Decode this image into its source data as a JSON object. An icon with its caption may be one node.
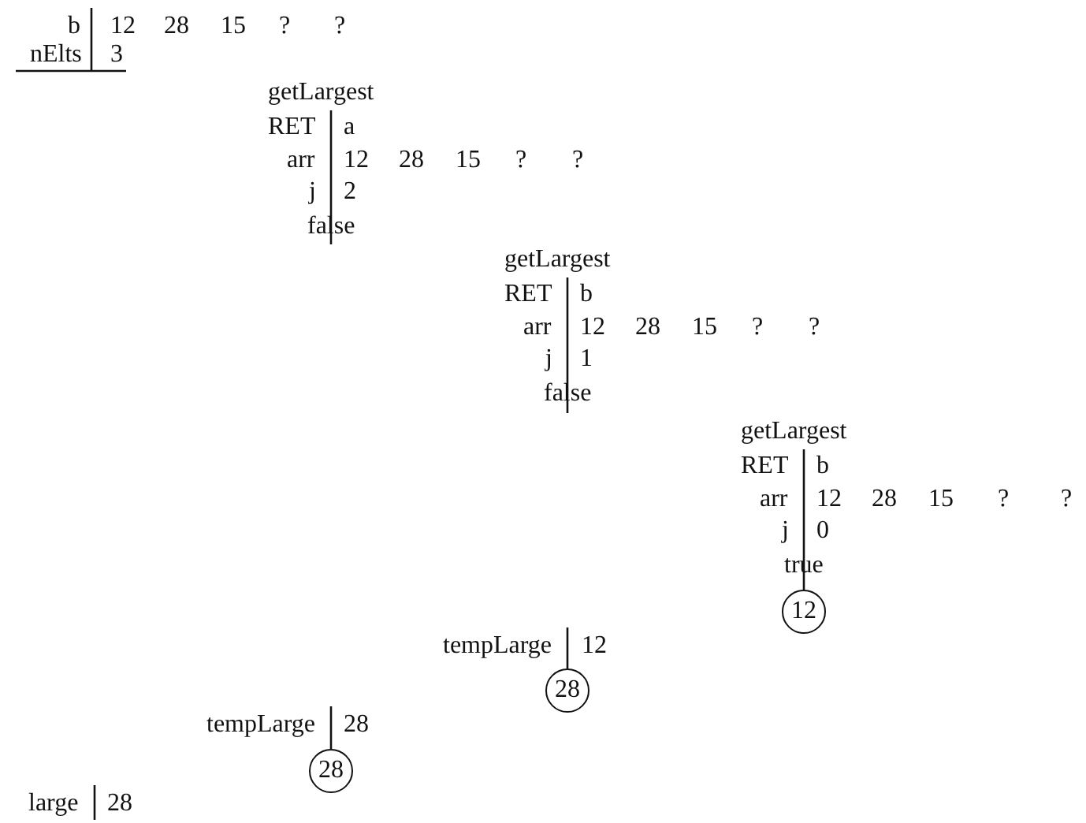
{
  "diagram": {
    "nodes": [
      {
        "text": [
          "12"
        ]
      },
      {
        "text": [
          "28"
        ]
      },
      {
        "text": [
          "28"
        ]
      }
    ],
    "labels": [
      "b",
      "12",
      "28",
      "15",
      "?",
      "?",
      "nElts",
      "3",
      "getLargest",
      "RET",
      "a",
      "arr",
      "12",
      "28",
      "15",
      "?",
      "?",
      "j",
      "2",
      "false",
      "getLargest",
      "RET",
      "b",
      "arr",
      "12",
      "28",
      "15",
      "?",
      "?",
      "j",
      "1",
      "false",
      "getLargest",
      "RET",
      "b",
      "arr",
      "12",
      "28",
      "15",
      "?",
      "?",
      "j",
      "0",
      "true",
      "tempLarge",
      "12",
      "tempLarge",
      "28",
      "large",
      "28"
    ]
  }
}
